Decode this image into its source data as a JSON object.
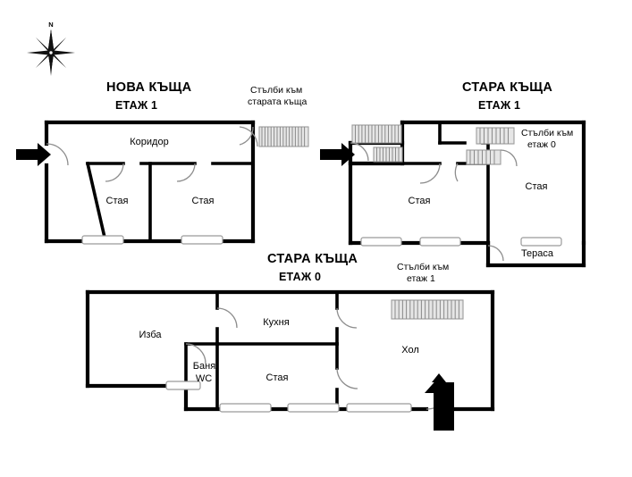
{
  "document": {
    "type": "architectural-floor-plan",
    "language": "bg",
    "background_color": "#ffffff",
    "line_color": "#000000",
    "window_fill": "#ffffff",
    "stair_fill": "#e6e6e6",
    "arc_color": "#8d8d8d"
  },
  "compass": {
    "north_label": "N"
  },
  "plans": [
    {
      "id": "new-house-floor-1",
      "title": "НОВА КЪЩА",
      "floor": "ЕТАЖ 1",
      "notes": [
        {
          "id": "stairs-to-old-house",
          "line1": "Стълби към",
          "line2": "старата къща"
        }
      ],
      "rooms": [
        {
          "id": "corridor",
          "label": "Коридор"
        },
        {
          "id": "room-left",
          "label": "Стая"
        },
        {
          "id": "room-right",
          "label": "Стая"
        }
      ],
      "entrances": [
        {
          "id": "main-entrance-west",
          "direction": "east"
        }
      ],
      "stairs": [
        {
          "id": "stairs-east",
          "steps": 16
        }
      ],
      "windows": 2,
      "doors": 3
    },
    {
      "id": "old-house-floor-1",
      "title": "СТАРА КЪЩА",
      "floor": "ЕТАЖ 1",
      "notes": [
        {
          "id": "stairs-to-floor-0",
          "line1": "Стълби към",
          "line2": "етаж 0"
        }
      ],
      "rooms": [
        {
          "id": "room-center",
          "label": "Стая"
        },
        {
          "id": "room-east",
          "label": "Стая"
        },
        {
          "id": "terrace",
          "label": "Тераса"
        }
      ],
      "entrances": [
        {
          "id": "entrance-west",
          "direction": "east"
        }
      ],
      "stairs": [
        {
          "id": "stairs-nw-outer",
          "steps": 14
        },
        {
          "id": "stairs-nw-inner",
          "steps": 8
        },
        {
          "id": "stairs-mid-upper",
          "steps": 8
        },
        {
          "id": "stairs-mid-lower",
          "steps": 7
        }
      ],
      "windows": 3,
      "doors": 3
    },
    {
      "id": "old-house-floor-0",
      "title": "СТАРА КЪЩА",
      "floor": "ЕТАЖ 0",
      "notes": [
        {
          "id": "stairs-to-floor-1",
          "line1": "Стълби към",
          "line2": "етаж 1"
        }
      ],
      "rooms": [
        {
          "id": "cellar",
          "label": "Изба"
        },
        {
          "id": "kitchen",
          "label": "Кухня"
        },
        {
          "id": "bathroom-wc",
          "label_line1": "Баня/",
          "label_line2": "WC"
        },
        {
          "id": "room-south",
          "label": "Стая"
        },
        {
          "id": "hall",
          "label": "Хол"
        }
      ],
      "entrances": [
        {
          "id": "main-entrance-south",
          "direction": "north"
        }
      ],
      "stairs": [
        {
          "id": "stairs-hall",
          "steps": 18
        }
      ],
      "windows": 4,
      "doors": 6
    }
  ]
}
